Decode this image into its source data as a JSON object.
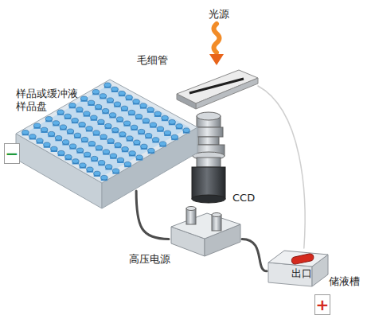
{
  "diagram": {
    "nodes": [
      {
        "text": [
          "毛细管"
        ]
      },
      {
        "text": [
          "样品或缓冲液 样品盘"
        ]
      },
      {
        "text": [
          "−"
        ]
      },
      {
        "text": [
          "高压电源"
        ]
      },
      {
        "text": [
          "出口",
          "储液槽"
        ]
      },
      {
        "text": [
          "+"
        ]
      }
    ],
    "edges": [
      {
        "from": 1,
        "to": 3,
        "arrow": "none"
      },
      {
        "from": 3,
        "to": 4,
        "arrow": "none"
      },
      {
        "from": 0,
        "to": 4,
        "arrow": "none"
      }
    ],
    "labels": [
      "光源",
      "CCD"
    ]
  }
}
